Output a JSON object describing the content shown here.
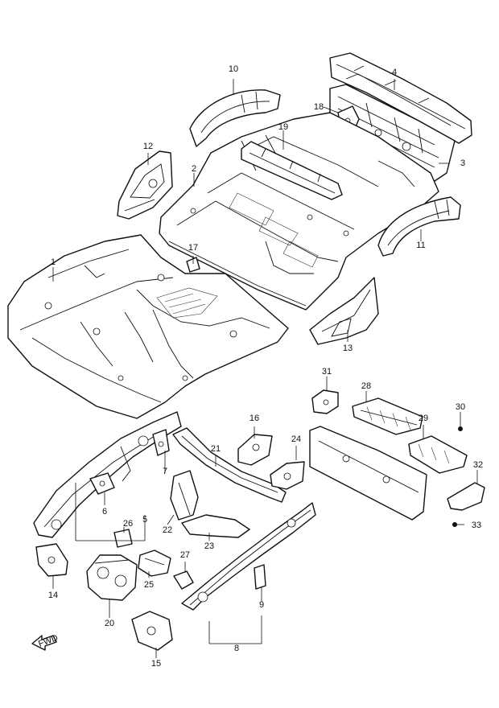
{
  "callouts": {
    "c1": "1",
    "c2": "2",
    "c3": "3",
    "c4": "4",
    "c5": "5",
    "c6": "6",
    "c7": "7",
    "c8": "8",
    "c9": "9",
    "c10": "10",
    "c11": "11",
    "c12": "12",
    "c13": "13",
    "c14": "14",
    "c15": "15",
    "c16": "16",
    "c17": "17",
    "c18": "18",
    "c19": "19",
    "c20": "20",
    "c21": "21",
    "c22": "22",
    "c23": "23",
    "c24": "24",
    "c25": "25",
    "c26": "26",
    "c27": "27",
    "c28": "28",
    "c29": "29",
    "c30": "30",
    "c31": "31",
    "c32": "32",
    "c33": "33"
  },
  "front_indicator": {
    "label": "FWD"
  }
}
